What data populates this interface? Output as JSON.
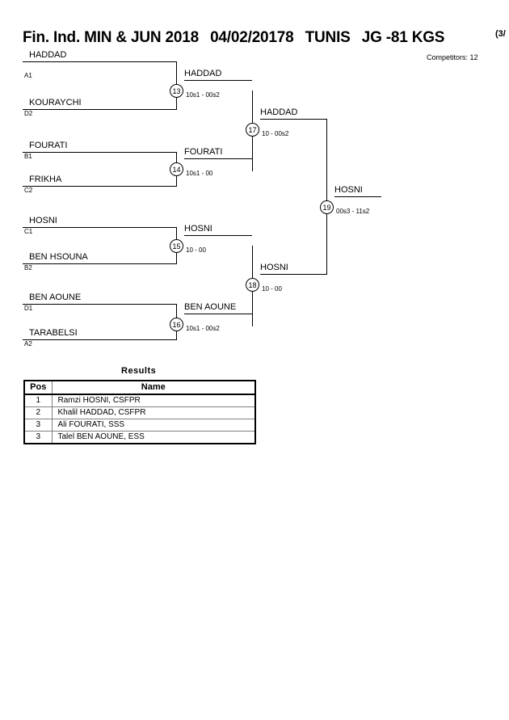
{
  "header": {
    "title_segments": [
      "Fin. Ind. MIN & JUN 2018",
      "04/02/20178",
      "TUNIS",
      "JG -81 KGS"
    ],
    "title_full": "Fin. Ind. MIN & JUN 2018  04/02/20178  TUNIS   JG -81 KGS",
    "page_number": "(3/",
    "competitors_label": "Competitors: 12"
  },
  "bracket": {
    "round1": [
      {
        "name": "HADDAD",
        "seed": "A1"
      },
      {
        "name": "KOURAYCHI",
        "seed": "D2"
      },
      {
        "name": "FOURATI",
        "seed": "B1"
      },
      {
        "name": "FRIKHA",
        "seed": "C2"
      },
      {
        "name": "HOSNI",
        "seed": "C1"
      },
      {
        "name": "BEN HSOUNA",
        "seed": "B2"
      },
      {
        "name": "BEN AOUNE",
        "seed": "D1"
      },
      {
        "name": "TARABELSI",
        "seed": "A2"
      }
    ],
    "matches": [
      {
        "number": "13",
        "winner": "HADDAD",
        "score": "10s1 - 00s2"
      },
      {
        "number": "14",
        "winner": "FOURATI",
        "score": "10s1 - 00"
      },
      {
        "number": "15",
        "winner": "HOSNI",
        "score": "10 - 00"
      },
      {
        "number": "16",
        "winner": "BEN AOUNE",
        "score": "10s1 - 00s2"
      },
      {
        "number": "17",
        "winner": "HADDAD",
        "score": "10 - 00s2"
      },
      {
        "number": "18",
        "winner": "HOSNI",
        "score": "10 - 00"
      },
      {
        "number": "19",
        "winner": "HOSNI",
        "score": "00s3 - 11s2"
      }
    ]
  },
  "results": {
    "title": "Results",
    "columns": [
      "Pos",
      "Name"
    ],
    "rows": [
      {
        "pos": "1",
        "name": "Ramzi HOSNI, CSFPR"
      },
      {
        "pos": "2",
        "name": "Khalil HADDAD, CSFPR"
      },
      {
        "pos": "3",
        "name": "Ali FOURATI, SSS"
      },
      {
        "pos": "3",
        "name": "Talel BEN AOUNE, ESS"
      }
    ]
  }
}
